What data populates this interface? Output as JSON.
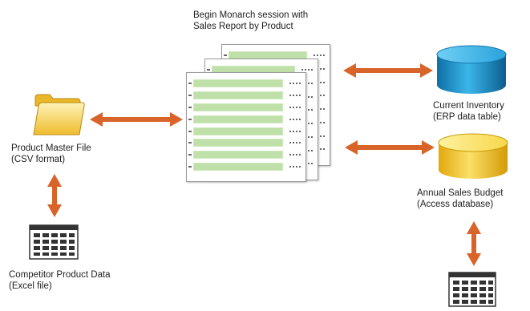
{
  "session": {
    "title_line1": "Begin Monarch session with",
    "title_line2": "Sales Report by Product",
    "report_rows": 8
  },
  "product_master": {
    "line1": "Product Master File",
    "line2": "(CSV format)"
  },
  "competitor": {
    "line1": "Competitor Product Data",
    "line2": "(Excel file)"
  },
  "inventory": {
    "line1": "Current Inventory",
    "line2": "(ERP data table)"
  },
  "budget": {
    "line1": "Annual Sales Budget",
    "line2": "(Access database)"
  },
  "colors": {
    "arrow": "#d8642a",
    "folder": "#f4d35e",
    "cyl_blue": "#1a8fc8",
    "cyl_yellow": "#f2c318",
    "report_row": "#bfe0a8"
  },
  "icons": [
    "folder-icon",
    "spreadsheet-icon",
    "database-icon",
    "report-icon",
    "double-arrow-icon"
  ]
}
